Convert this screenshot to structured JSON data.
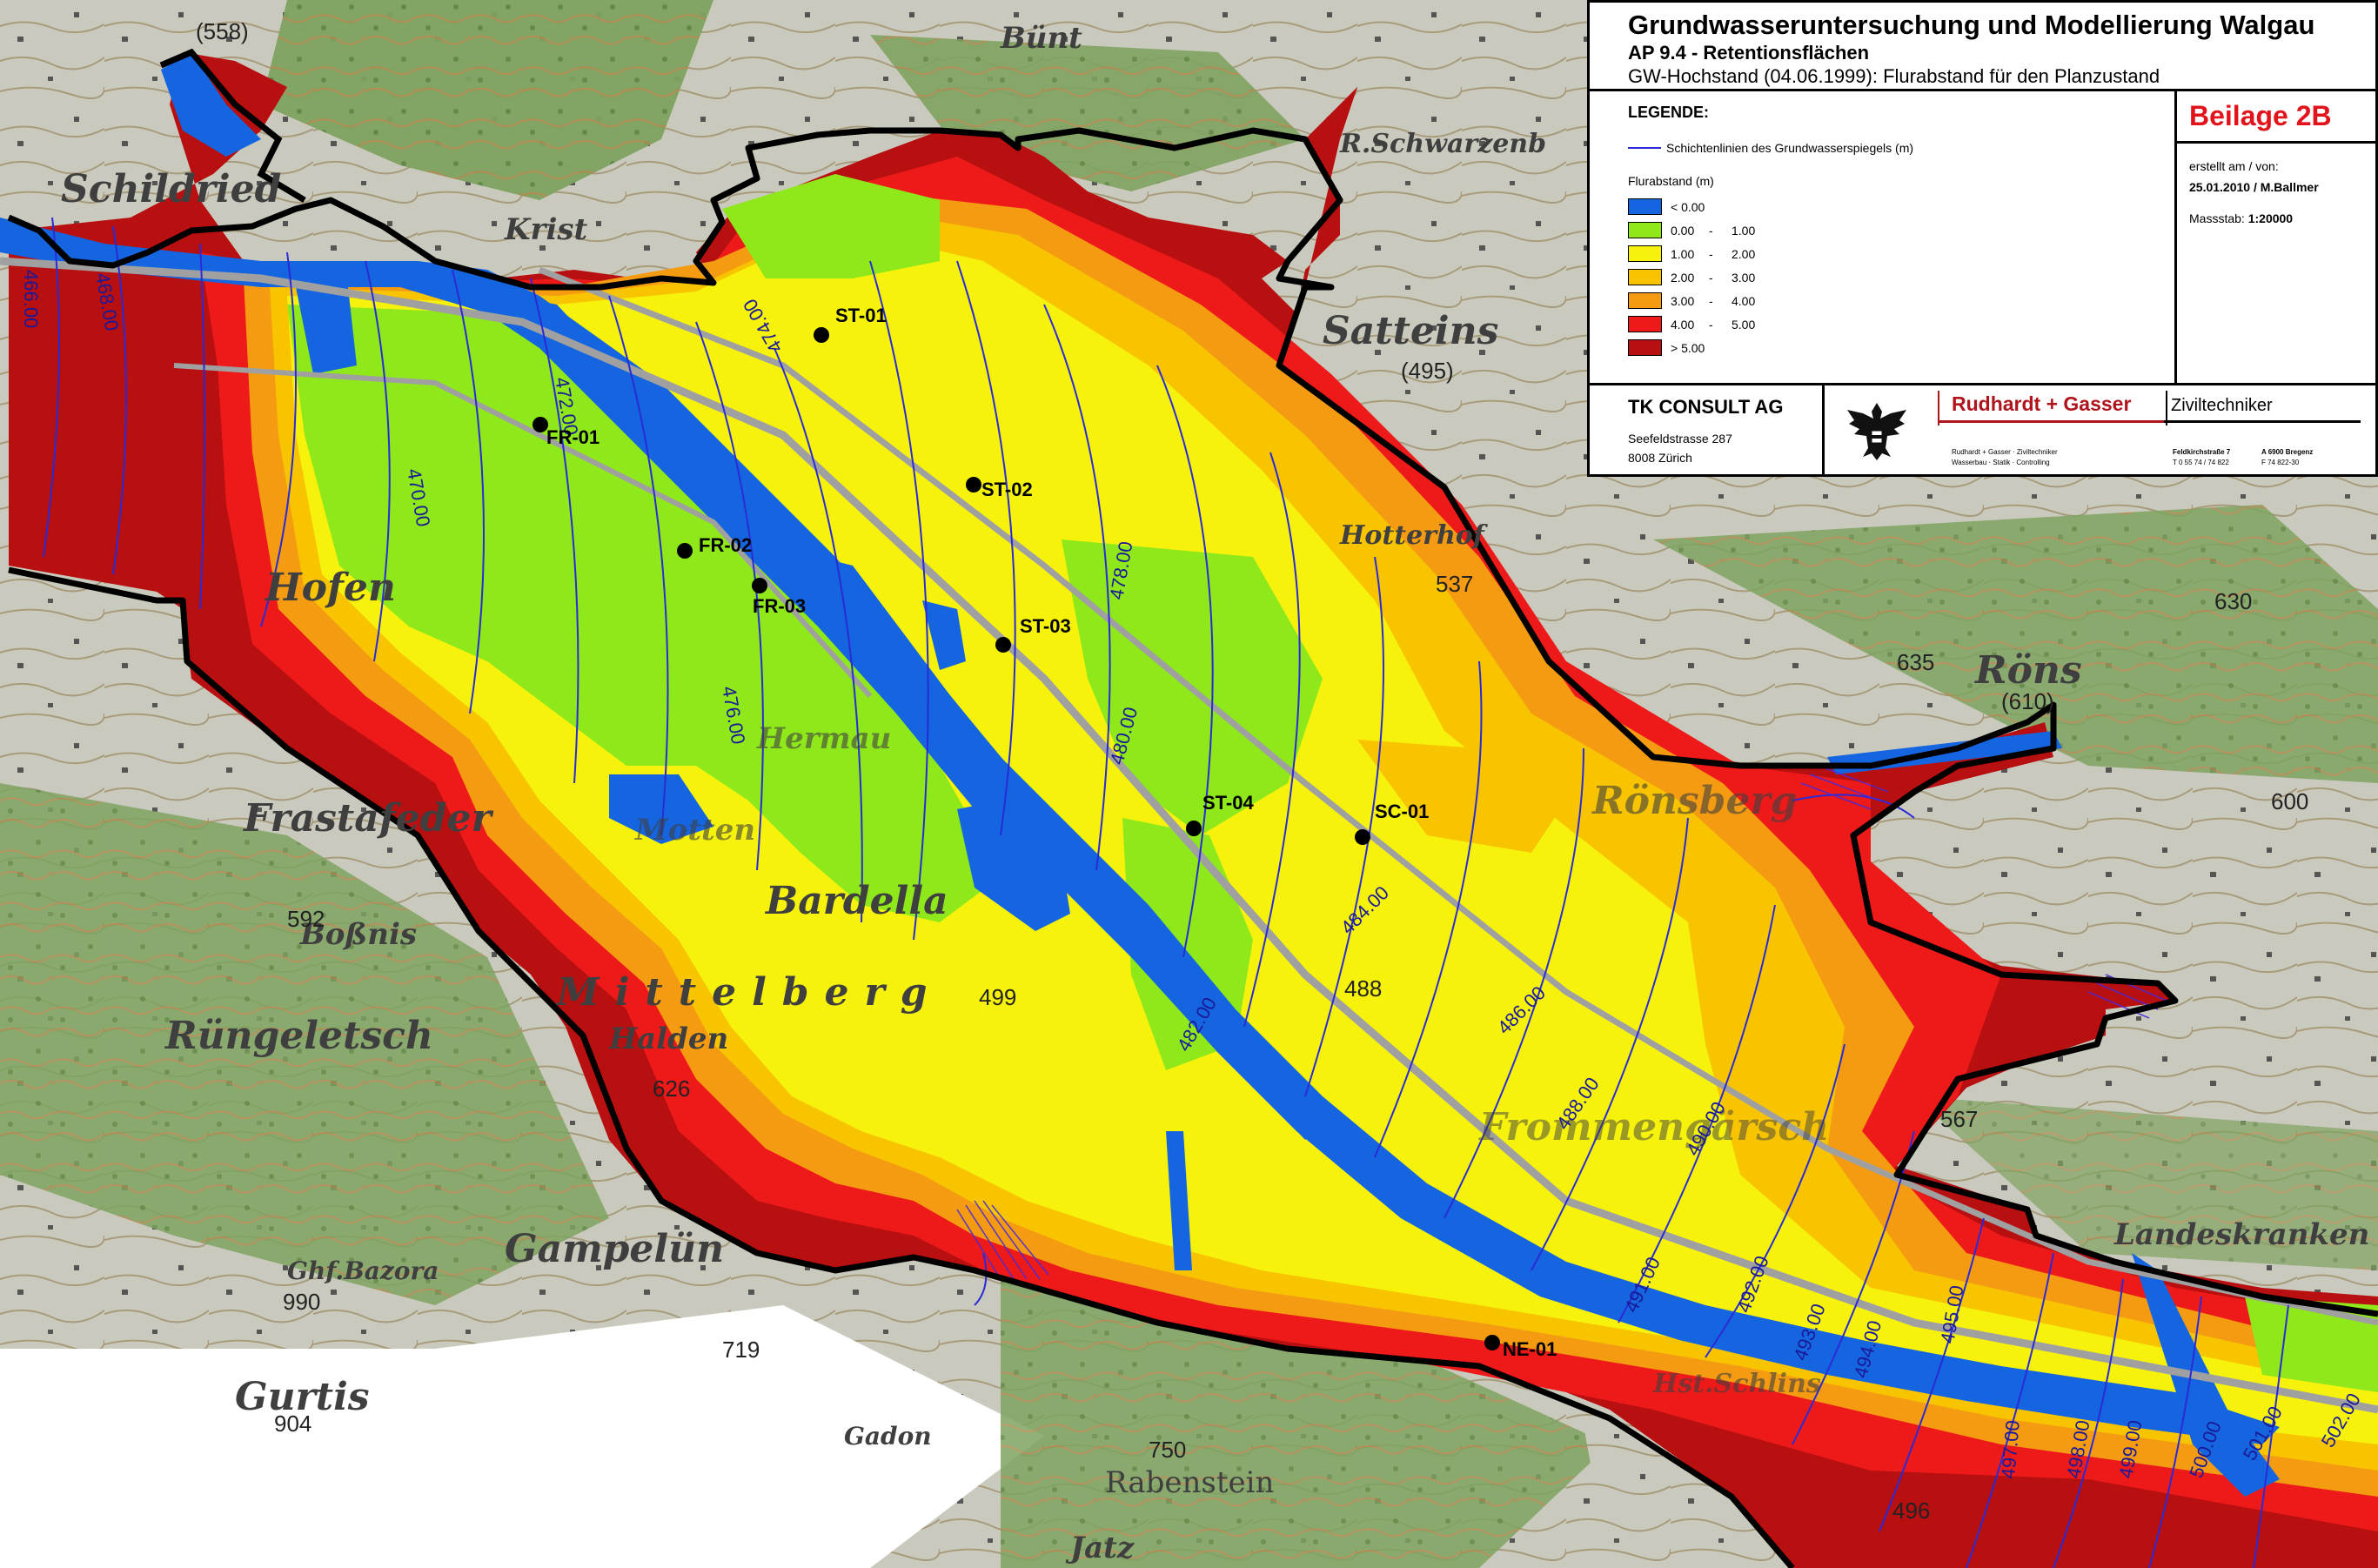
{
  "title_block": {
    "title": "Grundwasseruntersuchung und Modellierung Walgau",
    "subtitle": "AP 9.4 - Retentionsflächen",
    "description": "GW-Hochstand (04.06.1999): Flurabstand für den Planzustand",
    "sheet": "Beilage 2B",
    "created_label": "erstellt am / von:",
    "created_value": "25.01.2010 / M.Ballmer",
    "scale_label": "Massstab:",
    "scale_value": "1:20000"
  },
  "legend": {
    "title": "LEGENDE:",
    "contour_label": "Schichtenlinien des Grundwasserspiegels (m)",
    "contour_color": "#2a2ad6",
    "class_title": "Flurabstand (m)",
    "classes": [
      {
        "min": "< 0.00",
        "max": "",
        "color": "#1565e0"
      },
      {
        "min": "0.00",
        "max": "1.00",
        "color": "#8ee81a"
      },
      {
        "min": "1.00",
        "max": "2.00",
        "color": "#f6f20c"
      },
      {
        "min": "2.00",
        "max": "3.00",
        "color": "#f8c400"
      },
      {
        "min": "3.00",
        "max": "4.00",
        "color": "#f59b12"
      },
      {
        "min": "4.00",
        "max": "5.00",
        "color": "#ee1a1a"
      },
      {
        "min": "> 5.00",
        "max": "",
        "color": "#b80f10"
      }
    ]
  },
  "firm": {
    "name": "TK CONSULT AG",
    "street": "Seefeldstrasse 287",
    "city": "8008 Zürich"
  },
  "partner": {
    "name": "Rudhardt + Gasser",
    "type": "Ziviltechniker",
    "line1_left": "Rudhardt + Gasser · Ziviltechniker",
    "line2_left": "Wasserbau · Statik · Controlling",
    "line1_mid": "Feldkirchstraße 7",
    "line1_right": "A 6900 Bregenz",
    "line2_mid": "T 0 55 74 / 74 822",
    "line2_right": "F 74 822-30"
  },
  "wells": {
    "st01": "ST-01",
    "st02": "ST-02",
    "st03": "ST-03",
    "st04": "ST-04",
    "fr01": "FR-01",
    "fr02": "FR-02",
    "fr03": "FR-03",
    "sc01": "SC-01",
    "ne01": "NE-01"
  },
  "contours": {
    "c466": "466.00",
    "c468": "468.00",
    "c470": "470.00",
    "c472": "472.00",
    "c474": "474.00",
    "c476": "476.00",
    "c478": "478.00",
    "c480": "480.00",
    "c482": "482.00",
    "c484": "484.00",
    "c486": "486.00",
    "c488": "488.00",
    "c490": "490.00",
    "c491": "491.00",
    "c492": "492.00",
    "c493": "493.00",
    "c494": "494.00",
    "c495": "495.00",
    "c497": "497.00",
    "c498": "498.00",
    "c499": "499.00",
    "c500": "500.00",
    "c501": "501.00",
    "c502": "502.00"
  },
  "places": {
    "schildried": "Schildried",
    "satteins": "Satteins",
    "buent": "Bünt",
    "krist": "Krist",
    "hofen": "Hofen",
    "frastafeder": "Frastafeder",
    "bardella": "Bardella",
    "mittelberg": "Mittelberg",
    "ruengeletsch": "Rüngeletsch",
    "halden": "Halden",
    "gampeluen": "Gampelün",
    "gurtis": "Gurtis",
    "rabenstein": "Rabenstein",
    "roens": "Röns",
    "roensberg": "Rönsberg",
    "frommengaersch": "Frommengärsch",
    "hotterhof": "Hotterhof",
    "bossnis": "Boßnis",
    "ghf_bazora": "Ghf.Bazora",
    "landeskrankenh": "Landeskranken",
    "gadon": "Gadon",
    "jatz": "Jatz",
    "schwarzenb": "R.Schwarzenb",
    "st_schl": "Hst.Schlins",
    "mollen": "Motten",
    "herrnau": "Hermau"
  },
  "elevations": {
    "e558": "(558)",
    "e495": "(495)",
    "e537": "537",
    "e592": "592",
    "e626": "626",
    "e990": "990",
    "e719": "719",
    "e904": "904",
    "e750": "750",
    "e499": "499",
    "e488": "488",
    "e496": "496",
    "e630": "630",
    "e635": "635",
    "e610": "(610)",
    "e567": "567",
    "e600": "600"
  }
}
